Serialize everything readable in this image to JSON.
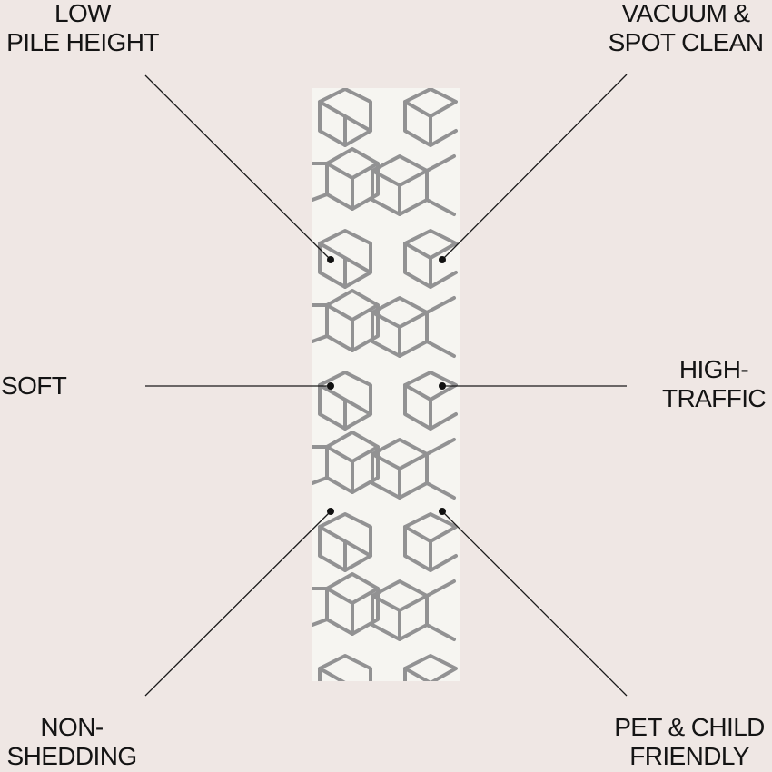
{
  "colors": {
    "background": "#efe7e4",
    "text": "#141414",
    "rug_base": "#f6f5f1",
    "rug_pattern": "#8d8d8f",
    "leader_line": "#1a1a1a"
  },
  "product": {
    "name": "geometric runner rug",
    "pattern": "interlocking hexagon / cube outline"
  },
  "features": {
    "low_pile": {
      "line1": "LOW",
      "line2": "PILE HEIGHT"
    },
    "vacuum": {
      "line1": "VACUUM &",
      "line2": "SPOT CLEAN"
    },
    "soft": {
      "line1": "SOFT"
    },
    "high_traffic": {
      "line1": "HIGH-",
      "line2": "TRAFFIC"
    },
    "non_shedding": {
      "line1": "NON-",
      "line2": "SHEDDING"
    },
    "pet_child": {
      "line1": "PET & CHILD",
      "line2": "FRIENDLY"
    }
  }
}
